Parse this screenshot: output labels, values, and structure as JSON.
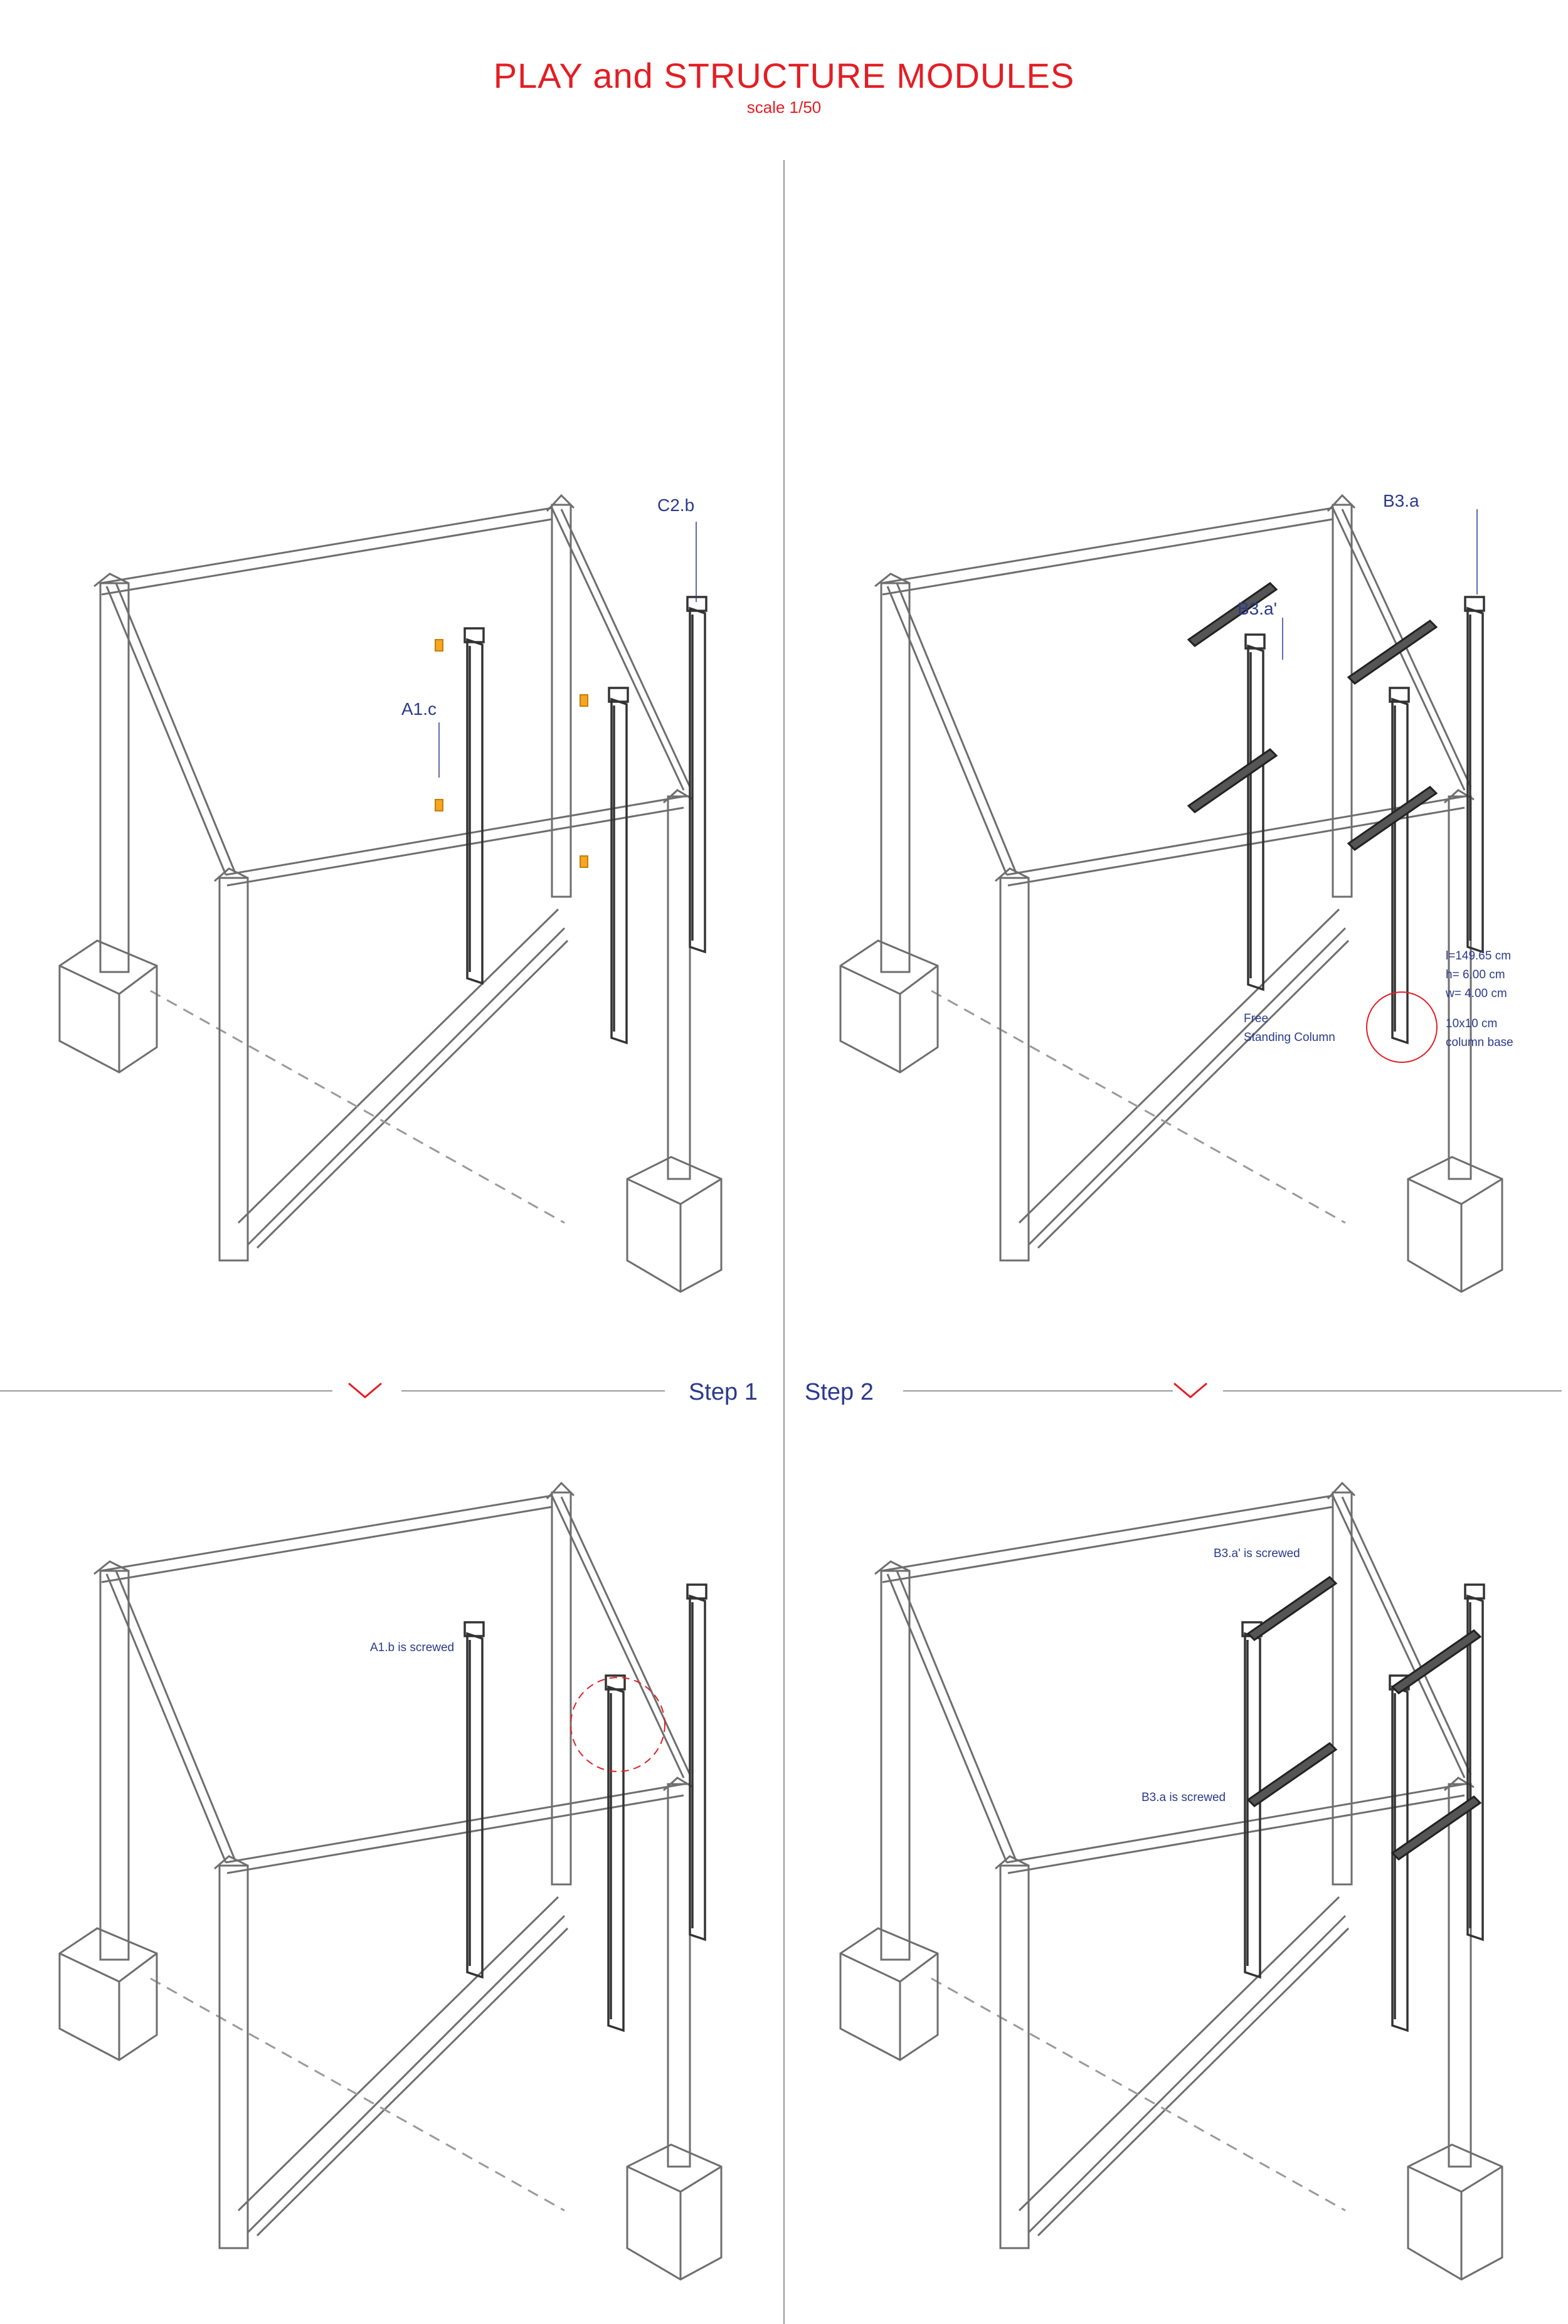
{
  "title": "PLAY and STRUCTURE MODULES",
  "subtitle": "scale 1/50",
  "steps": {
    "step1": "Step 1",
    "step2": "Step 2"
  },
  "panels": {
    "top_left": {
      "label_c2b": "C2.b",
      "label_a1c": "A1.c"
    },
    "top_right": {
      "label_b3a": "B3.a",
      "label_b3a_prime": "B3.a'",
      "spec_l": "l=149.65 cm",
      "spec_h": "h=  6.00 cm",
      "spec_w": "w=  4.00 cm",
      "free_standing_1": "Free",
      "free_standing_2": "Standing Column",
      "column_base_1": "10x10 cm",
      "column_base_2": "column base"
    },
    "bottom_left": {
      "label_a1b": "A1.b is screwed"
    },
    "bottom_right": {
      "label_b3a_prime_screwed": "B3.a' is screwed",
      "label_b3a_screwed": "B3.a is screwed"
    }
  },
  "colors": {
    "accent": "#e31e24",
    "label": "#2b3a8c",
    "line": "#6e6e6e",
    "highlight": "#f5a623"
  }
}
